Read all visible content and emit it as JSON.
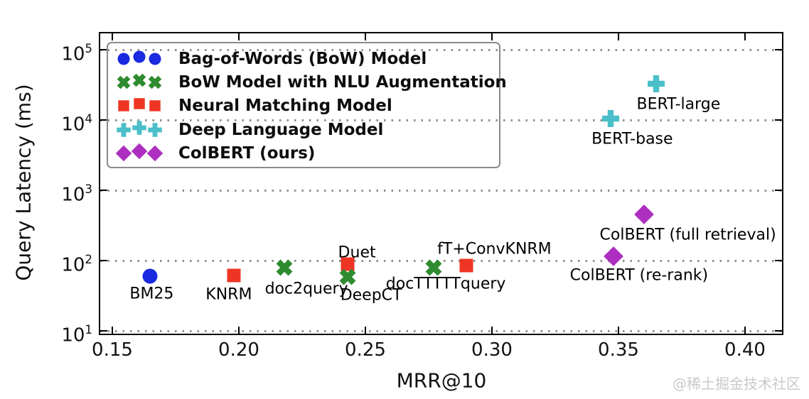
{
  "watermark": {
    "text": "@稀土掘金技术社区"
  },
  "chart_data": {
    "type": "scatter",
    "title": "",
    "xlabel": "MRR@10",
    "ylabel": "Query Latency (ms)",
    "x_axis": {
      "min": 0.145,
      "max": 0.415,
      "ticks": [
        0.15,
        0.2,
        0.25,
        0.3,
        0.35,
        0.4
      ],
      "tick_labels": [
        "0.15",
        "0.20",
        "0.25",
        "0.30",
        "0.35",
        "0.40"
      ]
    },
    "y_axis": {
      "scale": "log",
      "min": 9,
      "max": 170000,
      "tick_exponents": [
        1,
        2,
        3,
        4,
        5
      ],
      "tick_labels": [
        "10^1",
        "10^2",
        "10^3",
        "10^4",
        "10^5"
      ],
      "grid": "dotted horizontal lines at each decade",
      "grid_color": "#8f8f8f"
    },
    "legend": {
      "position": "upper left",
      "markers_per_entry": 3,
      "entries": [
        {
          "label": "Bag-of-Words (BoW) Model",
          "marker": "circle",
          "color": "#1a2ae0"
        },
        {
          "label": "BoW Model with NLU Augmentation",
          "marker": "x",
          "color": "#2f8b2f"
        },
        {
          "label": "Neural Matching Model",
          "marker": "square",
          "color": "#ee3524"
        },
        {
          "label": "Deep Language Model",
          "marker": "plus",
          "color": "#4bbfc9"
        },
        {
          "label": "ColBERT (ours)",
          "marker": "diamond",
          "color": "#ad2fc0"
        }
      ]
    },
    "points": [
      {
        "label": "BM25",
        "series_index": 0,
        "mrr10": 0.165,
        "latency_ms": 60,
        "label_dx": 2,
        "label_dy": 25
      },
      {
        "label": "KNRM",
        "series_index": 2,
        "mrr10": 0.198,
        "latency_ms": 62,
        "label_dx": -7,
        "label_dy": 27
      },
      {
        "label": "doc2query",
        "series_index": 1,
        "mrr10": 0.218,
        "latency_ms": 80,
        "label_dx": 31,
        "label_dy": 30
      },
      {
        "label": "Duet",
        "series_index": 2,
        "mrr10": 0.243,
        "latency_ms": 88,
        "label_dx": 13,
        "label_dy": -16
      },
      {
        "label": "DeepCT",
        "series_index": 1,
        "mrr10": 0.243,
        "latency_ms": 58,
        "label_dx": 33,
        "label_dy": 26
      },
      {
        "label": "docTTTTTquery",
        "series_index": 1,
        "mrr10": 0.277,
        "latency_ms": 80,
        "label_dx": 17,
        "label_dy": 23
      },
      {
        "label": "fT+ConvKNRM",
        "series_index": 2,
        "mrr10": 0.29,
        "latency_ms": 85,
        "label_dx": 39,
        "label_dy": -23
      },
      {
        "label": "BERT-base",
        "series_index": 3,
        "mrr10": 0.347,
        "latency_ms": 10500,
        "label_dx": 30,
        "label_dy": 29
      },
      {
        "label": "BERT-large",
        "series_index": 3,
        "mrr10": 0.365,
        "latency_ms": 32500,
        "label_dx": 31,
        "label_dy": 29
      },
      {
        "label": "ColBERT (re-rank)",
        "series_index": 4,
        "mrr10": 0.348,
        "latency_ms": 115,
        "label_dx": 36,
        "label_dy": 27
      },
      {
        "label": "ColBERT (full retrieval)",
        "series_index": 4,
        "mrr10": 0.36,
        "latency_ms": 450,
        "label_dx": 62,
        "label_dy": 29
      }
    ]
  }
}
